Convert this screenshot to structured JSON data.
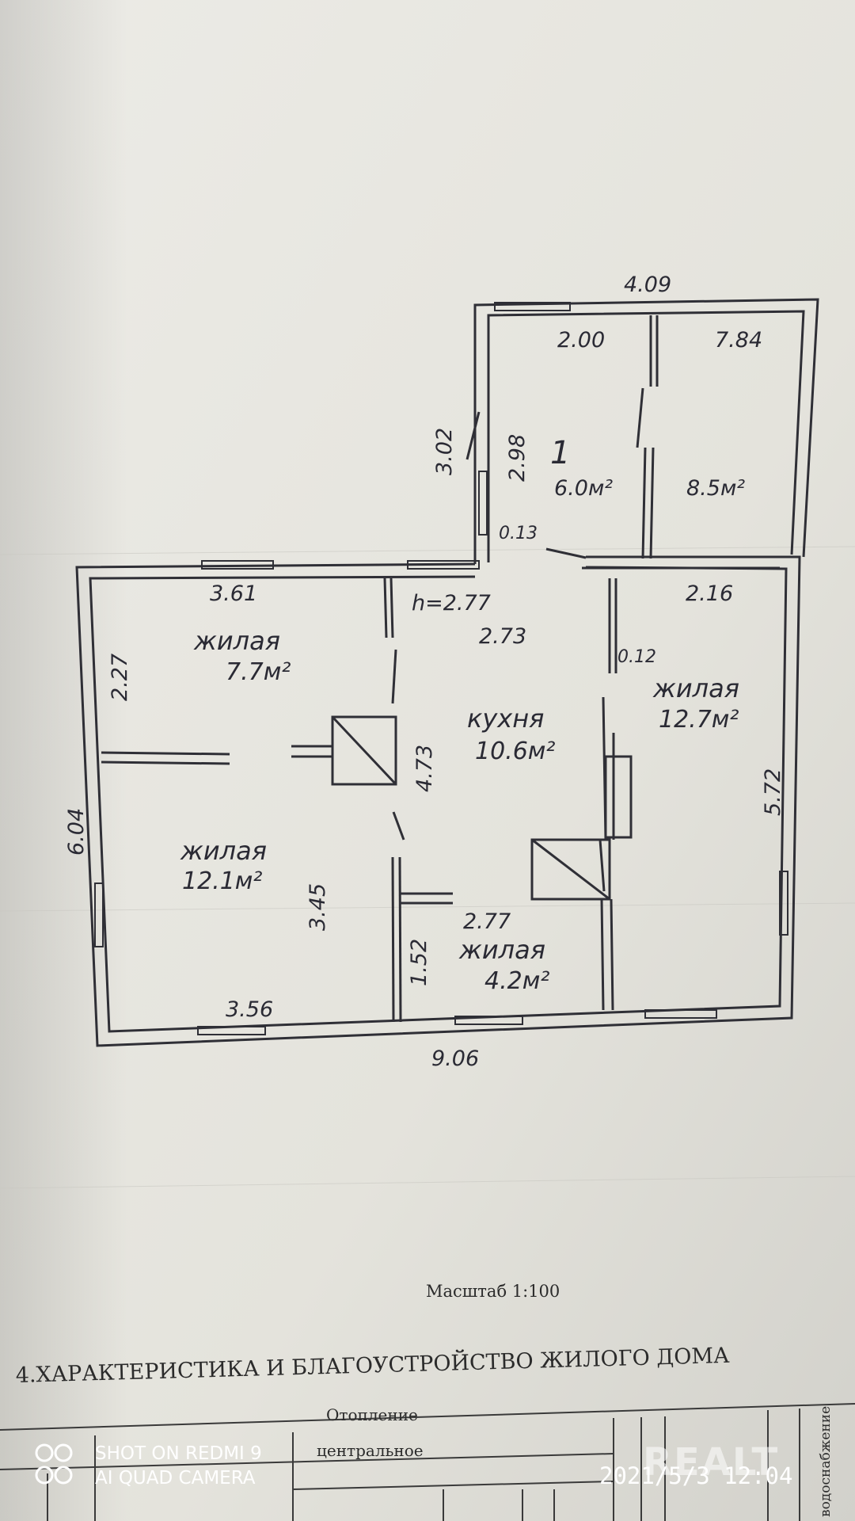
{
  "plan": {
    "dims": {
      "top_width": "4.09",
      "room_a_width": "2.00",
      "room_b_width": "7.84",
      "porch_height_outer": "3.02",
      "porch_height_inner": "2.98",
      "door_gap": "0.13",
      "left_room_width": "3.61",
      "ceiling_height": "h=2.77",
      "kitchen_width": "2.73",
      "right_room_width": "2.16",
      "partition": "0.12",
      "left_upper_height": "2.27",
      "kitchen_height": "4.73",
      "right_height": "5.72",
      "total_height": "6.04",
      "left_lower_height": "3.45",
      "small_room_width": "2.77",
      "small_room_height": "1.52",
      "bottom_left_width": "3.56",
      "total_width": "9.06"
    },
    "rooms": {
      "porch_number": "1",
      "porch_a_area": "6.0м²",
      "porch_b_area": "8.5м²",
      "living_1_label": "жилая",
      "living_1_area": "7.7м²",
      "kitchen_label": "кухня",
      "kitchen_area": "10.6м²",
      "living_2_label": "жилая",
      "living_2_area": "12.7м²",
      "living_3_label": "жилая",
      "living_3_area": "12.1м²",
      "living_4_label": "жилая",
      "living_4_area": "4.2м²"
    }
  },
  "document": {
    "scale": "Масштаб 1:100",
    "section_title": "4.ХАРАКТЕРИСТИКА И БЛАГОУСТРОЙСТВО ЖИЛОГО ДОМА",
    "heating_header": "Отопление",
    "heating_value": "центральное",
    "water_supply": "водоснабжение"
  },
  "camera": {
    "shot_on": "SHOT ON REDMI 9",
    "camera_mode": "AI QUAD CAMERA",
    "datetime": "2021/5/3  12:04",
    "watermark": "REALT"
  }
}
